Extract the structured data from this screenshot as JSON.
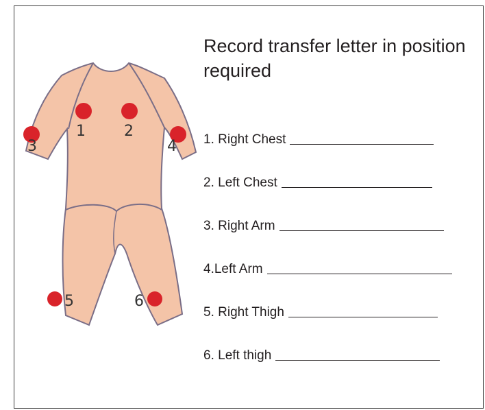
{
  "instruction": "Record transfer letter in position required",
  "positions": [
    {
      "number": "1",
      "label": "1. Right Chest"
    },
    {
      "number": "2",
      "label": "2. Left Chest"
    },
    {
      "number": "3",
      "label": "3. Right Arm"
    },
    {
      "number": "4",
      "label": "4.Left Arm"
    },
    {
      "number": "5",
      "label": "5. Right Thigh"
    },
    {
      "number": "6",
      "label": "6. Left thigh"
    }
  ],
  "colors": {
    "suit_fill": "#f4c4a8",
    "suit_outline": "#7a6e87",
    "marker": "#d9232a",
    "text": "#231f20"
  }
}
